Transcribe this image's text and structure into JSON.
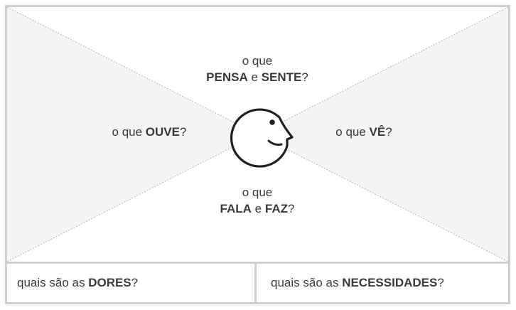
{
  "diagram": {
    "thinks_feels": {
      "prefix": "o que",
      "term1": "PENSA",
      "conjunction": "e",
      "term2": "SENTE",
      "suffix": "?"
    },
    "hears": {
      "prefix": "o que ",
      "term": "OUVE",
      "suffix": "?"
    },
    "sees": {
      "prefix": "o que ",
      "term": "VÊ",
      "suffix": "?"
    },
    "says_does": {
      "prefix": "o que",
      "term1": "FALA",
      "conjunction": "e",
      "term2": "FAZ",
      "suffix": "?"
    },
    "center_icon": "smiling-face-profile-icon"
  },
  "pains": {
    "prefix": "quais são as ",
    "term": "DORES",
    "suffix": "?"
  },
  "needs": {
    "prefix": "quais são as ",
    "term": "NECESSIDADES",
    "suffix": "?"
  },
  "colors": {
    "border": "#cfcfcf",
    "side_fill": "#f4f4f4",
    "divider": "#b5b5b5",
    "text": "#3a3a3a",
    "icon_stroke": "#1f1f1f"
  }
}
